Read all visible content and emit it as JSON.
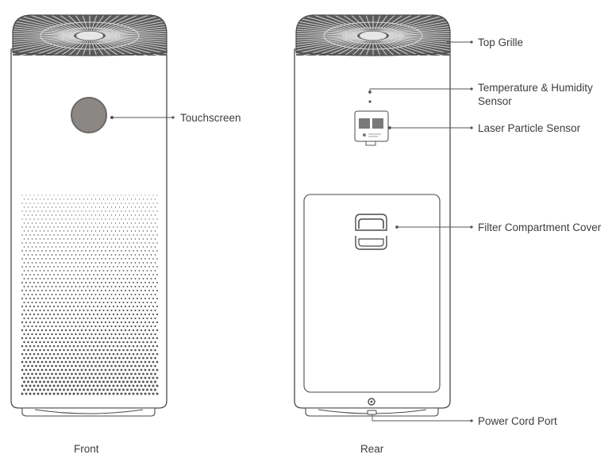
{
  "views": {
    "front": {
      "caption": "Front"
    },
    "rear": {
      "caption": "Rear"
    }
  },
  "callouts": {
    "touchscreen": "Touchscreen",
    "top_grille": "Top Grille",
    "temp_humidity_line1": "Temperature & Humidity",
    "temp_humidity_line2": "Sensor",
    "laser_particle": "Laser Particle Sensor",
    "filter_cover": "Filter Compartment Cover",
    "power_port": "Power Cord Port"
  },
  "colors": {
    "outline": "#4a4a4a",
    "grille": "#5b5b5b",
    "touchscreen": "#8a8785",
    "dots": "#555555",
    "leader": "#555555"
  }
}
